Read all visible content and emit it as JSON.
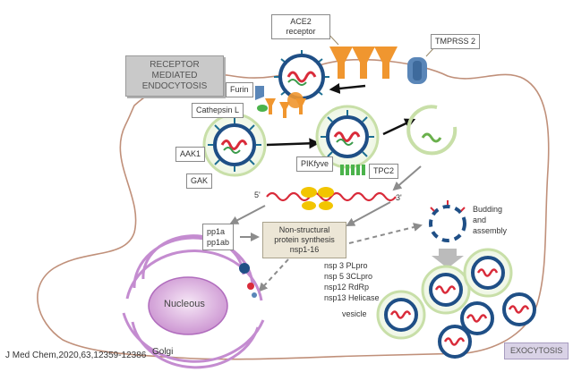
{
  "labels": {
    "ace2": "ACE2 receptor",
    "tmprss2": "TMPRSS 2",
    "receptor_endocytosis": "RECEPTOR MEDIATED ENDOCYTOSIS",
    "furin": "Furin",
    "cathepsin": "Cathepsin L",
    "aak1": "AAK1",
    "gak": "GAK",
    "pikfyve": "PIKfyve",
    "tpc2": "TPC2",
    "five_prime": "5'",
    "three_prime": "3'",
    "pp1a": "pp1a",
    "pp1ab": "pp1ab",
    "nonstructural": "Non-structural protein synthesis nsp1-16",
    "nsp_list": [
      "nsp 3 PLpro",
      "nsp 5 3CLpro",
      "nsp12 RdRp",
      "nsp13 Helicase"
    ],
    "budding": "Budding and assembly",
    "vesicle": "vesicle",
    "nucleus": "Nucleous",
    "golgi": "Golgi",
    "exocytosis": "EXOCYTOSIS"
  },
  "citation": "J Med Chem,2020,63,12359-12386",
  "colors": {
    "virion_blue": "#1f4f86",
    "spike": "#1d6f93",
    "rna_red": "#d92b3a",
    "receptor_orange": "#f0962f",
    "vesicle_green": "#c8dfa8",
    "cell_membrane": "#c0907a",
    "golgi_purple": "#c48cd0"
  }
}
